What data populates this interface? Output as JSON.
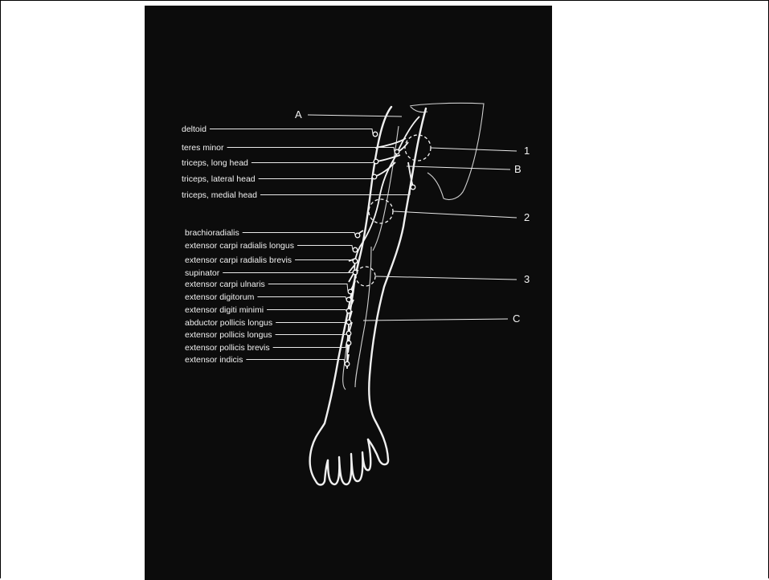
{
  "diagram": {
    "muscle_labels": [
      "deltoid",
      "teres minor",
      "triceps, long head",
      "triceps, lateral head",
      "triceps, medial head",
      "brachioradialis",
      "extensor carpi radialis longus",
      "extensor carpi radialis brevis",
      "supinator",
      "extensor carpi ulnaris",
      "extensor digitorum",
      "extensor digiti minimi",
      "abductor pollicis longus",
      "extensor pollicis longus",
      "extensor pollicis brevis",
      "extensor indicis"
    ],
    "letter_markers": [
      "A",
      "B",
      "C"
    ],
    "number_markers": [
      "1",
      "2",
      "3"
    ],
    "colors": {
      "background": "#0c0c0c",
      "line": "#f0f0f0",
      "page": "#ffffff"
    }
  }
}
